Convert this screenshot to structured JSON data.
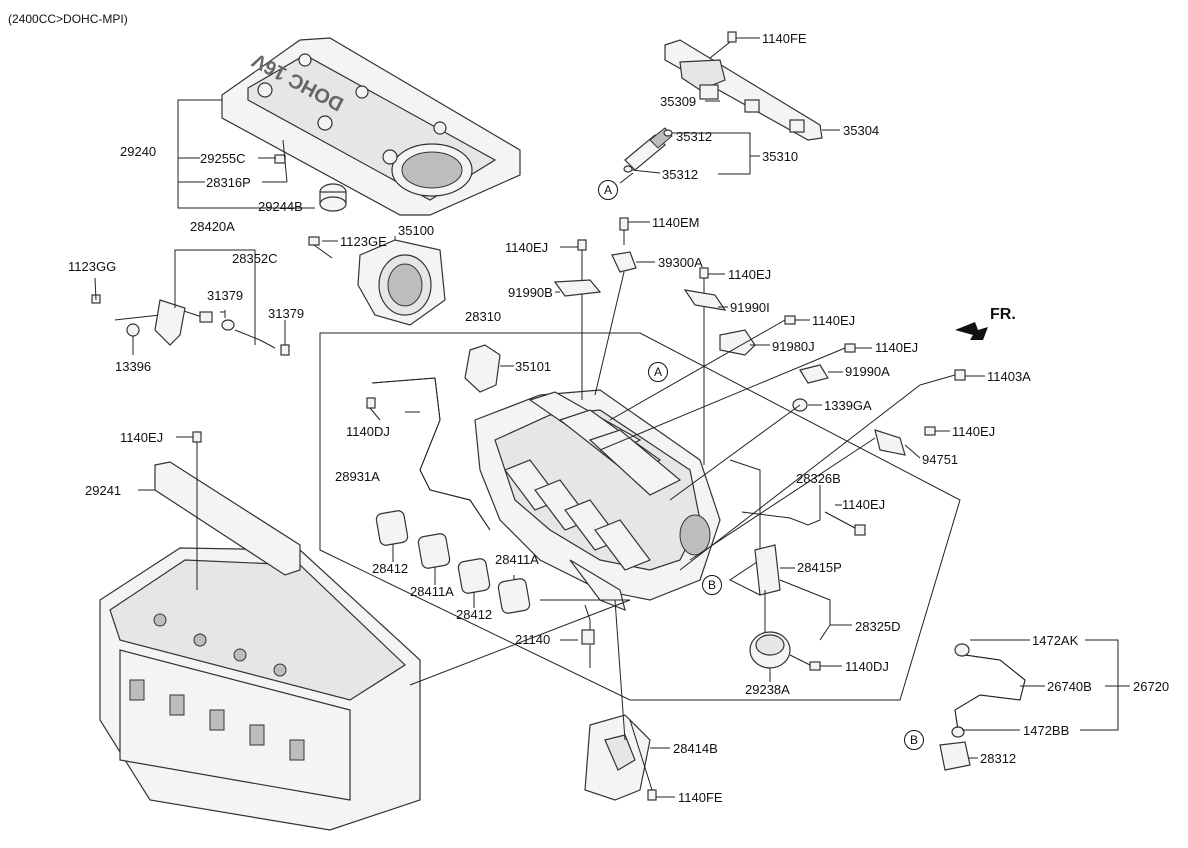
{
  "header": {
    "caption": "(2400CC>DOHC-MPI)"
  },
  "engine_cover_text": "DOHC 16V",
  "front_indicator": "FR.",
  "ref_markers": [
    "A",
    "A",
    "B",
    "B"
  ],
  "parts": {
    "p29240": "29240",
    "p29255C": "29255C",
    "p28316P": "28316P",
    "p29244B": "29244B",
    "p1140FE_top": "1140FE",
    "p35309": "35309",
    "p35312_a": "35312",
    "p35312_b": "35312",
    "p35310": "35310",
    "p35304": "35304",
    "p1140EM": "1140EM",
    "p1140EJ_1": "1140EJ",
    "p39300A": "39300A",
    "p1140EJ_2": "1140EJ",
    "p91990B": "91990B",
    "p91990I": "91990I",
    "p1123GE": "1123GE",
    "p35100": "35100",
    "p28420A": "28420A",
    "p28352C": "28352C",
    "p1123GG": "1123GG",
    "p31379_a": "31379",
    "p31379_b": "31379",
    "p13396": "13396",
    "p28310": "28310",
    "p35101": "35101",
    "p1140EJ_3": "1140EJ",
    "p91980J": "91980J",
    "p1140EJ_4": "1140EJ",
    "p91990A": "91990A",
    "p11403A": "11403A",
    "p1339GA": "1339GA",
    "p1140DJ_a": "1140DJ",
    "p1140EJ_5": "1140EJ",
    "p94751": "94751",
    "p1140EJ_6": "1140EJ",
    "p29241": "29241",
    "p28931A": "28931A",
    "p28326B": "28326B",
    "p1140EJ_7": "1140EJ",
    "p28412_a": "28412",
    "p28411A_a": "28411A",
    "p28411A_b": "28411A",
    "p28412_b": "28412",
    "p28415P": "28415P",
    "p21140": "21140",
    "p28325D": "28325D",
    "p1140DJ_b": "1140DJ",
    "p29238A": "29238A",
    "p1472AK": "1472AK",
    "p26740B": "26740B",
    "p26720": "26720",
    "p1472BB": "1472BB",
    "p28312": "28312",
    "p28414B": "28414B",
    "p1140FE_bot": "1140FE"
  }
}
